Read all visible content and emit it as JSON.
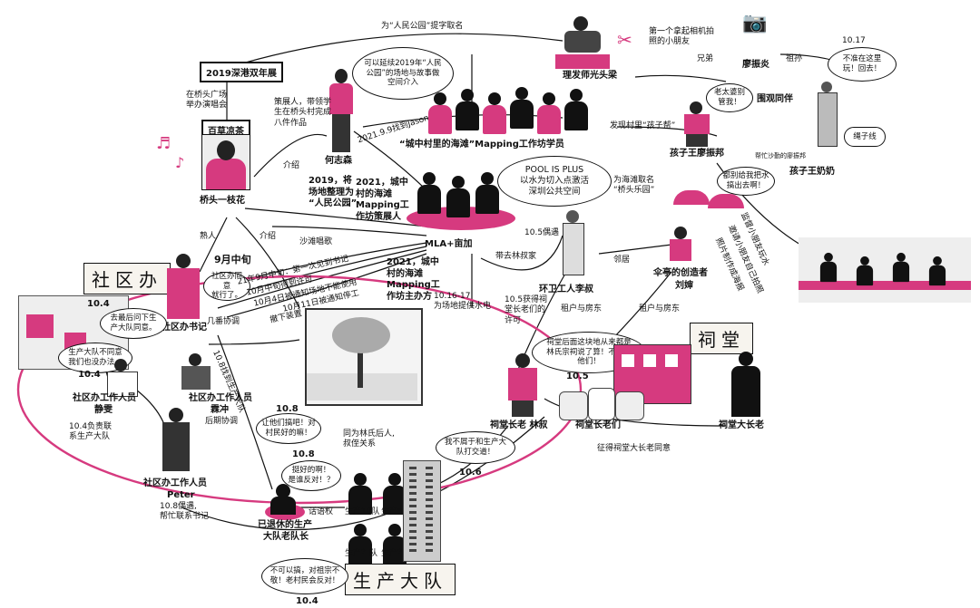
{
  "titles": {
    "exhibition": "2019深港双年展",
    "herbal_tea": "百草凉茶",
    "shequban_sign": "社区办",
    "citang_sign": "祠堂",
    "shengchan_sign": "生产大队"
  },
  "people": {
    "he_zhisen": "何志森",
    "qiaotou": "桥头一枝花",
    "barber": "理发师光头梁",
    "workshop": "“城中村里的海滩”Mapping工作坊学员",
    "mla": "MLA+亩加",
    "cleaner": "环卫工人李叔",
    "creator_1": "伞亭的创造者",
    "creator_2": "刘婶",
    "secretary": "社区办书记",
    "staff_jingwen_1": "社区办工作人员",
    "staff_jingwen_2": "静雯",
    "staff_linchong_1": "社区办工作人员",
    "staff_linchong_2": "霖冲",
    "staff_peter_1": "社区办工作人员",
    "staff_peter_2": "Peter",
    "lin_shu": "祠堂长老 林叔",
    "elders": "祠堂长老们",
    "chief_elder": "祠堂大长老",
    "retired_1": "已退休的生产",
    "retired_2": "大队老队长",
    "kid_liao": "孩子王廖振邦",
    "kid_wang": "孩子王奶奶",
    "liao_zhenyan": "廖振炎",
    "surround": "围观同伴",
    "brother": "兄弟",
    "grandson": "祖孙"
  },
  "bubbles": {
    "he_zhisen": "可以延续2019年“人民\n公园”的场地与故事做\n空间介入",
    "mla": "POOL IS PLUS\n以水为切入点激活\n深圳公共空间",
    "secretary": "社区办同意\n就行了。",
    "jingwen_a": "去最后问下生\n产大队同意。",
    "jingwen_b": "生产大队不同意\n我们也没办法。",
    "linchong": "让他们搞吧！对\n村民好的嘛！",
    "retired_a": "挺好的啊！\n是谁反对！？",
    "shengchan": "不可以搞，对祖宗不\n敬！老村民会反对！",
    "lin_shu_a": "祠堂后面这块地从来都是\n林氏宗祠说了算！不用管\n他们！",
    "lin_shu_b": "我不屑于和生产大\n队打交道！",
    "kids_a": "老太婆别\n管我！",
    "kids_b": "都别给我把水\n搞出去啊！",
    "grandpa": "不准在这里\n玩！回去！"
  },
  "labels": {
    "for_park": "为“人民公园”提字取名",
    "first_friend": "第一个拿起相机拍\n照的小朋友",
    "date_1017": "10.17",
    "qiaotou_sing": "在桥头广场\n举办演唱会",
    "curator": "策展人，带领学\n生在桥头村完成\n八件作品",
    "date_2021_9_9": "2021.9.9找到Jason",
    "intro_1": "介绍",
    "intro_2": "介绍",
    "park_2019": "2019，将\n场地整理为\n“人民公园”",
    "exhibitor_2021": "2021，城中\n村的海滩\nMapping工\n作坊策展人",
    "organizer_2021": "2021，城中\n村的海滩\nMapping工\n作坊主办方",
    "found_kids": "发现村里“孩子帮”",
    "name_beach": "为海滩取名\n“桥头乐园”",
    "acquaint": "熟人",
    "beach_song": "沙滩唱歌",
    "sep_date": "9月中旬",
    "timeline_1": "21年9月中旬：第一次见到书记",
    "timeline_2": "10月中旬得到许可",
    "timeline_3": "10月4日被通知场地不能使用",
    "timeline_4": "10月11日被通知停工",
    "timeline_5": "撤下装置",
    "chance_105": "10.5偶遇",
    "bring_lin": "带去林叔家",
    "neighbor": "邻居",
    "permission_105": "10.5获得祠\n堂长老们的\n许可",
    "tenant_1": "租户与房东",
    "tenant_2": "租户与房东",
    "water_1016": "10.16-17\n为场地提供水电",
    "date_104_a": "10.4",
    "date_104_b": "10.4",
    "date_104_c": "10.4",
    "jingwen_note": "10.4负责联\n系生产大队",
    "linchong_note": "后期协调",
    "peter_note": "10.8偶遇,\n帮忙联系书记",
    "coordinate": "几番协调",
    "date_108_a": "10.8",
    "date_108_b": "10.8",
    "secretary_link": "10.8找到生产大队",
    "lin_relation": "同为林氏后人,\n叔侄关系",
    "date_106": "10.6",
    "date_105": "10.5",
    "elders_agree": "征得祠堂大长老同意",
    "talk_power": "话语权",
    "prod_10": "生产10队",
    "prod_50": "生产50队",
    "prod_q1": "生产？队",
    "prod_q2": "生产？队",
    "weave": "绳子线",
    "help_kids": "帮忙沙勤的廖振邦",
    "side_1": "监督小朋友玩水",
    "side_2": "邀请小朋友自己拍照",
    "side_3": "照片制作成海报"
  }
}
